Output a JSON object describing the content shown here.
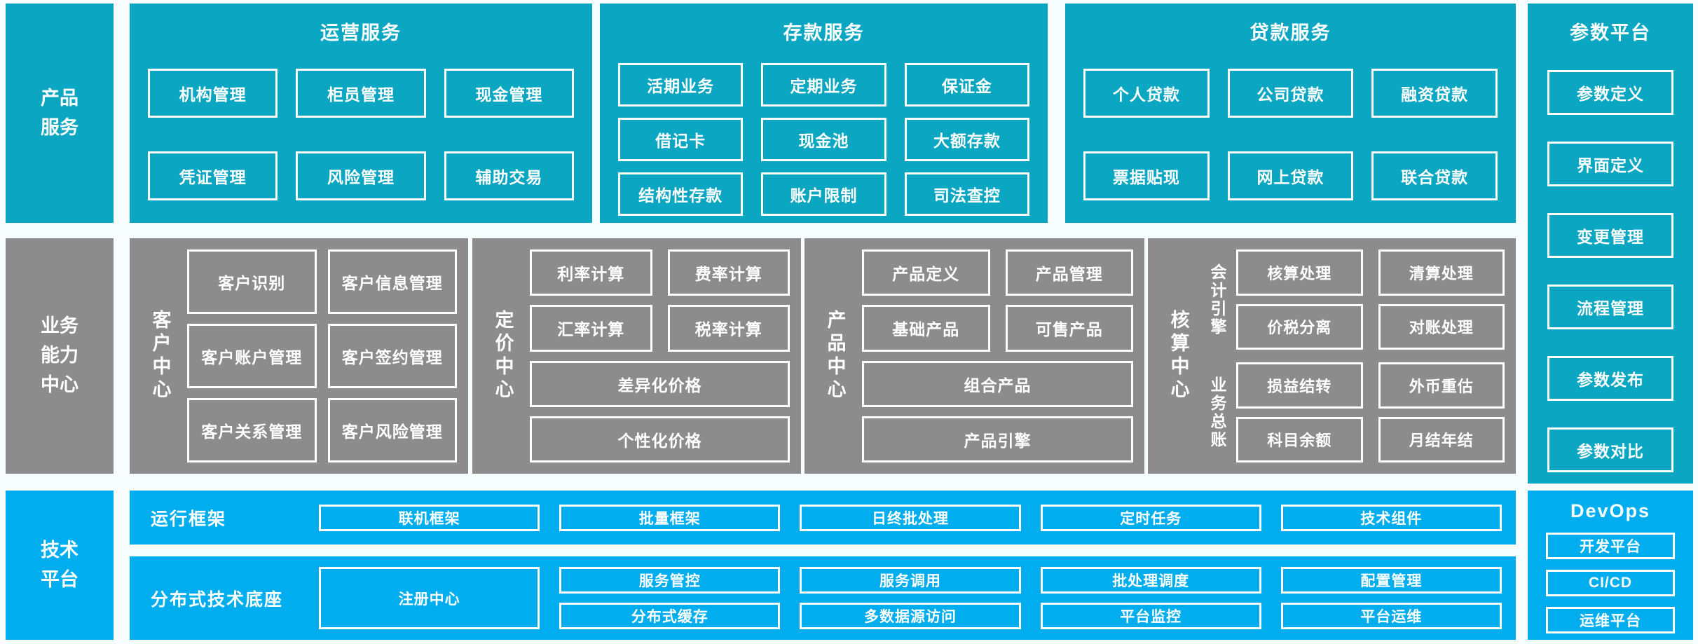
{
  "palette": {
    "teal": "#0ba7c2",
    "gray": "#8c8c8c",
    "blue": "#00aeef",
    "page_bg": "#f7fcfe",
    "text": "#ffffff"
  },
  "rails": {
    "product_services": "产品\n服务",
    "business_center": "业务\n能力\n中心",
    "tech_platform": "技术\n平台"
  },
  "top": {
    "operations": {
      "title": "运营服务",
      "items": [
        "机构管理",
        "柜员管理",
        "现金管理",
        "凭证管理",
        "风险管理",
        "辅助交易"
      ]
    },
    "deposits": {
      "title": "存款服务",
      "items": [
        "活期业务",
        "定期业务",
        "保证金",
        "借记卡",
        "现金池",
        "大额存款",
        "结构性存款",
        "账户限制",
        "司法查控"
      ]
    },
    "loans": {
      "title": "贷款服务",
      "items": [
        "个人贷款",
        "公司贷款",
        "融资贷款",
        "票据贴现",
        "网上贷款",
        "联合贷款"
      ]
    },
    "params": {
      "title": "参数平台",
      "items": [
        "参数定义",
        "界面定义",
        "变更管理",
        "流程管理",
        "参数发布",
        "参数对比"
      ]
    }
  },
  "middle": {
    "customer": {
      "label": "客户中心",
      "items": [
        "客户识别",
        "客户信息管理",
        "客户账户管理",
        "客户签约管理",
        "客户关系管理",
        "客户风险管理"
      ]
    },
    "pricing": {
      "label": "定价中心",
      "items": [
        "利率计算",
        "费率计算",
        "汇率计算",
        "税率计算"
      ],
      "wide_items": [
        "差异化价格",
        "个性化价格"
      ]
    },
    "product": {
      "label": "产品中心",
      "items": [
        "产品定义",
        "产品管理",
        "基础产品",
        "可售产品"
      ],
      "wide_items": [
        "组合产品",
        "产品引擎"
      ]
    },
    "accounting": {
      "label": "核算中心",
      "groups": [
        {
          "label": "会计引擎",
          "items": [
            "核算处理",
            "清算处理",
            "价税分离",
            "对账处理"
          ]
        },
        {
          "label": "业务总账",
          "items": [
            "损益结转",
            "外币重估",
            "科目余额",
            "月结年结"
          ]
        }
      ]
    }
  },
  "bottom": {
    "runtime": {
      "label": "运行框架",
      "items": [
        "联机框架",
        "批量框架",
        "日终批处理",
        "定时任务",
        "技术组件"
      ]
    },
    "distributed": {
      "label": "分布式技术底座",
      "registry": "注册中心",
      "row1": [
        "服务管控",
        "服务调用",
        "批处理调度",
        "配置管理"
      ],
      "row2": [
        "分布式缓存",
        "多数据源访问",
        "平台监控",
        "平台运维"
      ]
    },
    "devops": {
      "title": "DevOps",
      "items": [
        "开发平台",
        "CI/CD",
        "运维平台"
      ]
    }
  }
}
